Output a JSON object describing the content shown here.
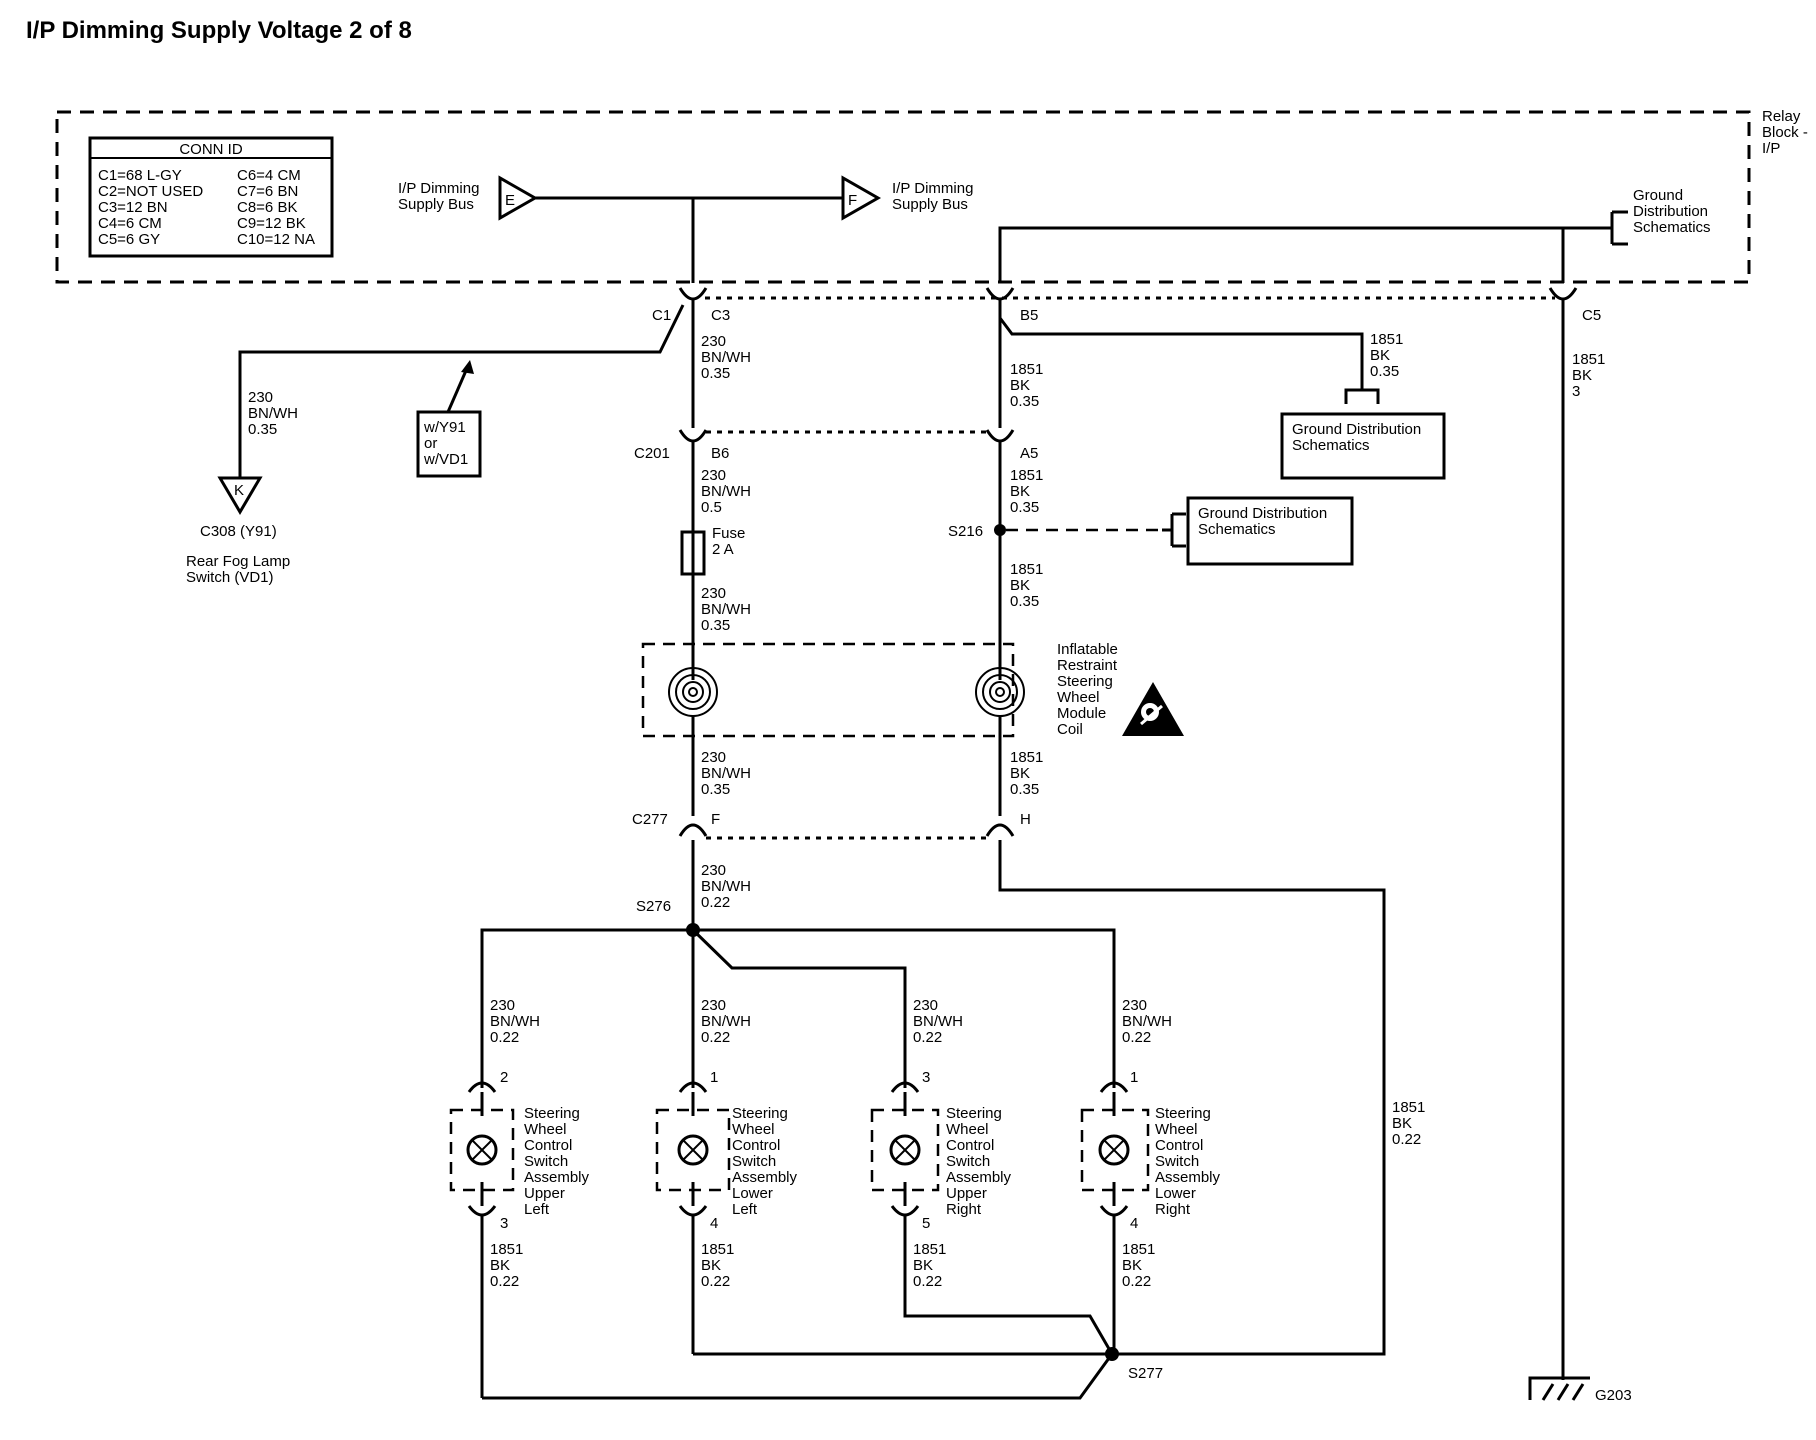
{
  "title": "I/P Dimming Supply Voltage 2 of 8",
  "relay_block": {
    "line1": "Relay",
    "line2": "Block -",
    "line3": "I/P"
  },
  "conn_id": {
    "header": "CONN ID",
    "left": [
      "C1=68 L-GY",
      "C2=NOT USED",
      "C3=12 BN",
      "C4=6 CM",
      "C5=6 GY"
    ],
    "right": [
      "C6=4 CM",
      "C7=6 BN",
      "C8=6 BK",
      "C9=12 BK",
      "C10=12 NA"
    ]
  },
  "bus_e": {
    "letter": "E",
    "line1": "I/P Dimming",
    "line2": "Supply Bus"
  },
  "bus_f": {
    "letter": "F",
    "line1": "I/P Dimming",
    "line2": "Supply Bus"
  },
  "ground_dist_top": {
    "line1": "Ground",
    "line2": "Distribution",
    "line3": "Schematics"
  },
  "ground_dist_box1": {
    "line1": "Ground Distribution",
    "line2": "Schematics"
  },
  "ground_dist_box2": {
    "line1": "Ground Distribution",
    "line2": "Schematics"
  },
  "connectors": {
    "c1": "C1",
    "c3": "C3",
    "b5": "B5",
    "c5": "C5",
    "c201": "C201",
    "b6": "B6",
    "a5": "A5",
    "c277": "C277",
    "f": "F",
    "h": "H"
  },
  "splices": {
    "s216": "S216",
    "s276": "S276",
    "s277": "S277"
  },
  "ground": "G203",
  "option_box": {
    "line1": "w/Y91",
    "line2": "or",
    "line3": "w/VD1"
  },
  "k_connector": {
    "letter": "K",
    "line1": "C308 (Y91)",
    "line2": "Rear Fog Lamp",
    "line3": "Switch (VD1)"
  },
  "fuse": {
    "line1": "Fuse",
    "line2": "2 A"
  },
  "coil": {
    "line1": "Inflatable",
    "line2": "Restraint",
    "line3": "Steering",
    "line4": "Wheel",
    "line5": "Module",
    "line6": "Coil"
  },
  "wires": {
    "k_wire": {
      "c": "230",
      "col": "BN/WH",
      "g": "0.35"
    },
    "c3_down": {
      "c": "230",
      "col": "BN/WH",
      "g": "0.35"
    },
    "b5_down": {
      "c": "1851",
      "col": "BK",
      "g": "0.35"
    },
    "b5_right": {
      "c": "1851",
      "col": "BK",
      "g": "0.35"
    },
    "c5_down": {
      "c": "1851",
      "col": "BK",
      "g": "3"
    },
    "b6_down": {
      "c": "230",
      "col": "BN/WH",
      "g": "0.5"
    },
    "a5_down": {
      "c": "1851",
      "col": "BK",
      "g": "0.35"
    },
    "fuse_below": {
      "c": "230",
      "col": "BN/WH",
      "g": "0.35"
    },
    "s216_below": {
      "c": "1851",
      "col": "BK",
      "g": "0.35"
    },
    "coil_l_below": {
      "c": "230",
      "col": "BN/WH",
      "g": "0.35"
    },
    "coil_r_below": {
      "c": "1851",
      "col": "BK",
      "g": "0.35"
    },
    "f_below": {
      "c": "230",
      "col": "BN/WH",
      "g": "0.22"
    },
    "h_return": {
      "c": "1851",
      "col": "BK",
      "g": "0.22"
    }
  },
  "switches": [
    {
      "pin_top": "2",
      "pin_bot": "3",
      "name": [
        "Steering",
        "Wheel",
        "Control",
        "Switch",
        "Assembly",
        "Upper",
        "Left"
      ],
      "w_top": {
        "c": "230",
        "col": "BN/WH",
        "g": "0.22"
      },
      "w_bot": {
        "c": "1851",
        "col": "BK",
        "g": "0.22"
      }
    },
    {
      "pin_top": "1",
      "pin_bot": "4",
      "name": [
        "Steering",
        "Wheel",
        "Control",
        "Switch",
        "Assembly",
        "Lower",
        "Left"
      ],
      "w_top": {
        "c": "230",
        "col": "BN/WH",
        "g": "0.22"
      },
      "w_bot": {
        "c": "1851",
        "col": "BK",
        "g": "0.22"
      }
    },
    {
      "pin_top": "3",
      "pin_bot": "5",
      "name": [
        "Steering",
        "Wheel",
        "Control",
        "Switch",
        "Assembly",
        "Upper",
        "Right"
      ],
      "w_top": {
        "c": "230",
        "col": "BN/WH",
        "g": "0.22"
      },
      "w_bot": {
        "c": "1851",
        "col": "BK",
        "g": "0.22"
      }
    },
    {
      "pin_top": "1",
      "pin_bot": "4",
      "name": [
        "Steering",
        "Wheel",
        "Control",
        "Switch",
        "Assembly",
        "Lower",
        "Right"
      ],
      "w_top": {
        "c": "230",
        "col": "BN/WH",
        "g": "0.22"
      },
      "w_bot": {
        "c": "1851",
        "col": "BK",
        "g": "0.22"
      }
    }
  ]
}
